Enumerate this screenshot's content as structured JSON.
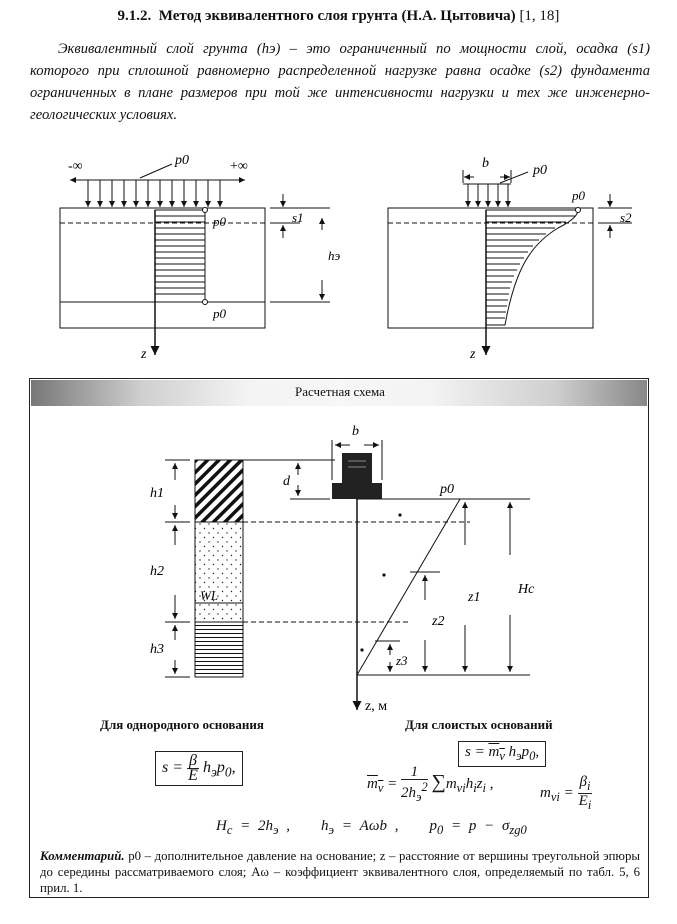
{
  "heading": {
    "number": "9.1.2.",
    "title": "Метод эквивалентного слоя грунта (Н.А. Цытовича)",
    "refs": "[1, 18]"
  },
  "intro": "Эквивалентный слой грунта (hэ) – это ограниченный по мощности слой, осадка (s1) которого при сплошной равномерно распределенной нагрузке равна осадке (s2) фундамента ограниченных в плане размеров при той же интенсивности нагрузки и тех же инженерно-геологических условиях.",
  "fig_left": {
    "load": "p0",
    "minus_inf": "-∞",
    "plus_inf": "+∞",
    "p_top": "p0",
    "p_bottom": "p0",
    "settle": "s1",
    "thick": "hэ",
    "axis": "z"
  },
  "fig_right": {
    "width": "b",
    "load": "p0",
    "p_top": "p0",
    "settle": "s2",
    "axis": "z"
  },
  "scheme": {
    "title": "Расчетная схема",
    "h1": "h1",
    "h2": "h2",
    "h3": "h3",
    "wl": "WL",
    "d": "d",
    "b": "b",
    "p0": "p0",
    "z1": "z1",
    "z2": "z2",
    "z3": "z3",
    "hc": "Hc",
    "axis": "z, м",
    "label_homog": "Для однородного основания",
    "label_layer": "Для слоистых оснований"
  },
  "comment": {
    "lead": "Комментарий.",
    "text": " p0 – дополнительное давление на основание; z – расстояние от вершины треугольной эпюры до середины рассматриваемого слоя; Aω – коэффициент эквивалентного слоя, определяемый по табл. 5, 6 прил. 1."
  }
}
